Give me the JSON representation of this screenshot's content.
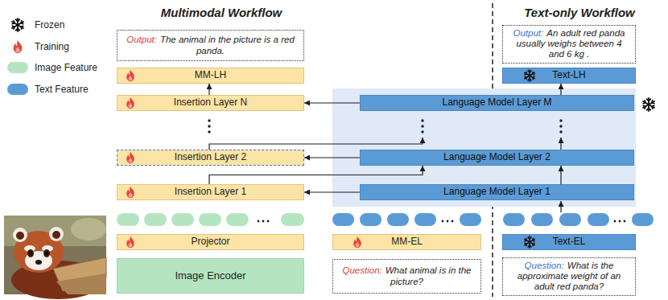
{
  "diagram": {
    "nodes": [
      {
        "text": [
          "Output:",
          "The animal in the picture is a red panda."
        ]
      },
      {
        "text": [
          "MM-LH"
        ]
      },
      {
        "text": [
          "Insertion Layer N"
        ]
      },
      {
        "text": [
          "Insertion Layer 2"
        ]
      },
      {
        "text": [
          "Insertion Layer 1"
        ]
      },
      {
        "text": [
          "Projector"
        ]
      },
      {
        "text": [
          "Image Encoder"
        ]
      },
      {
        "text": [
          "Language Model Layer M"
        ]
      },
      {
        "text": [
          "Language Model Layer 2"
        ]
      },
      {
        "text": [
          "Language Model Layer 1"
        ]
      },
      {
        "text": [
          "MM-EL"
        ]
      },
      {
        "text": [
          "Question:",
          "What animal is in the picture?"
        ]
      },
      {
        "text": [
          "Output:",
          "An adult red panda usually weighs between 4 and 6 kg ."
        ]
      },
      {
        "text": [
          "Text-LH"
        ]
      },
      {
        "text": [
          "Text-EL"
        ]
      },
      {
        "text": [
          "Question:",
          "What is the approximate weight of an adult red panda?"
        ]
      }
    ],
    "edges": [
      {
        "from": 7,
        "to": 2,
        "arrow": "to"
      },
      {
        "from": 8,
        "to": 3,
        "arrow": "to"
      },
      {
        "from": 9,
        "to": 4,
        "arrow": "to"
      },
      {
        "from": 4,
        "to": 8,
        "arrow": "to"
      },
      {
        "from": 2,
        "to": 1,
        "arrow": "to"
      },
      {
        "from": 9,
        "to": 8,
        "arrow": "to"
      },
      {
        "from": 7,
        "to": 13,
        "arrow": "to"
      }
    ],
    "labels": [
      "Multimodal Workflow",
      "Text-only Workflow"
    ],
    "legend": [
      {
        "text": "Frozen"
      },
      {
        "text": "Training"
      },
      {
        "text": "Image Feature",
        "color": "#b5e5c0"
      },
      {
        "text": "Text Feature",
        "color": "#5b9bd5"
      }
    ]
  }
}
